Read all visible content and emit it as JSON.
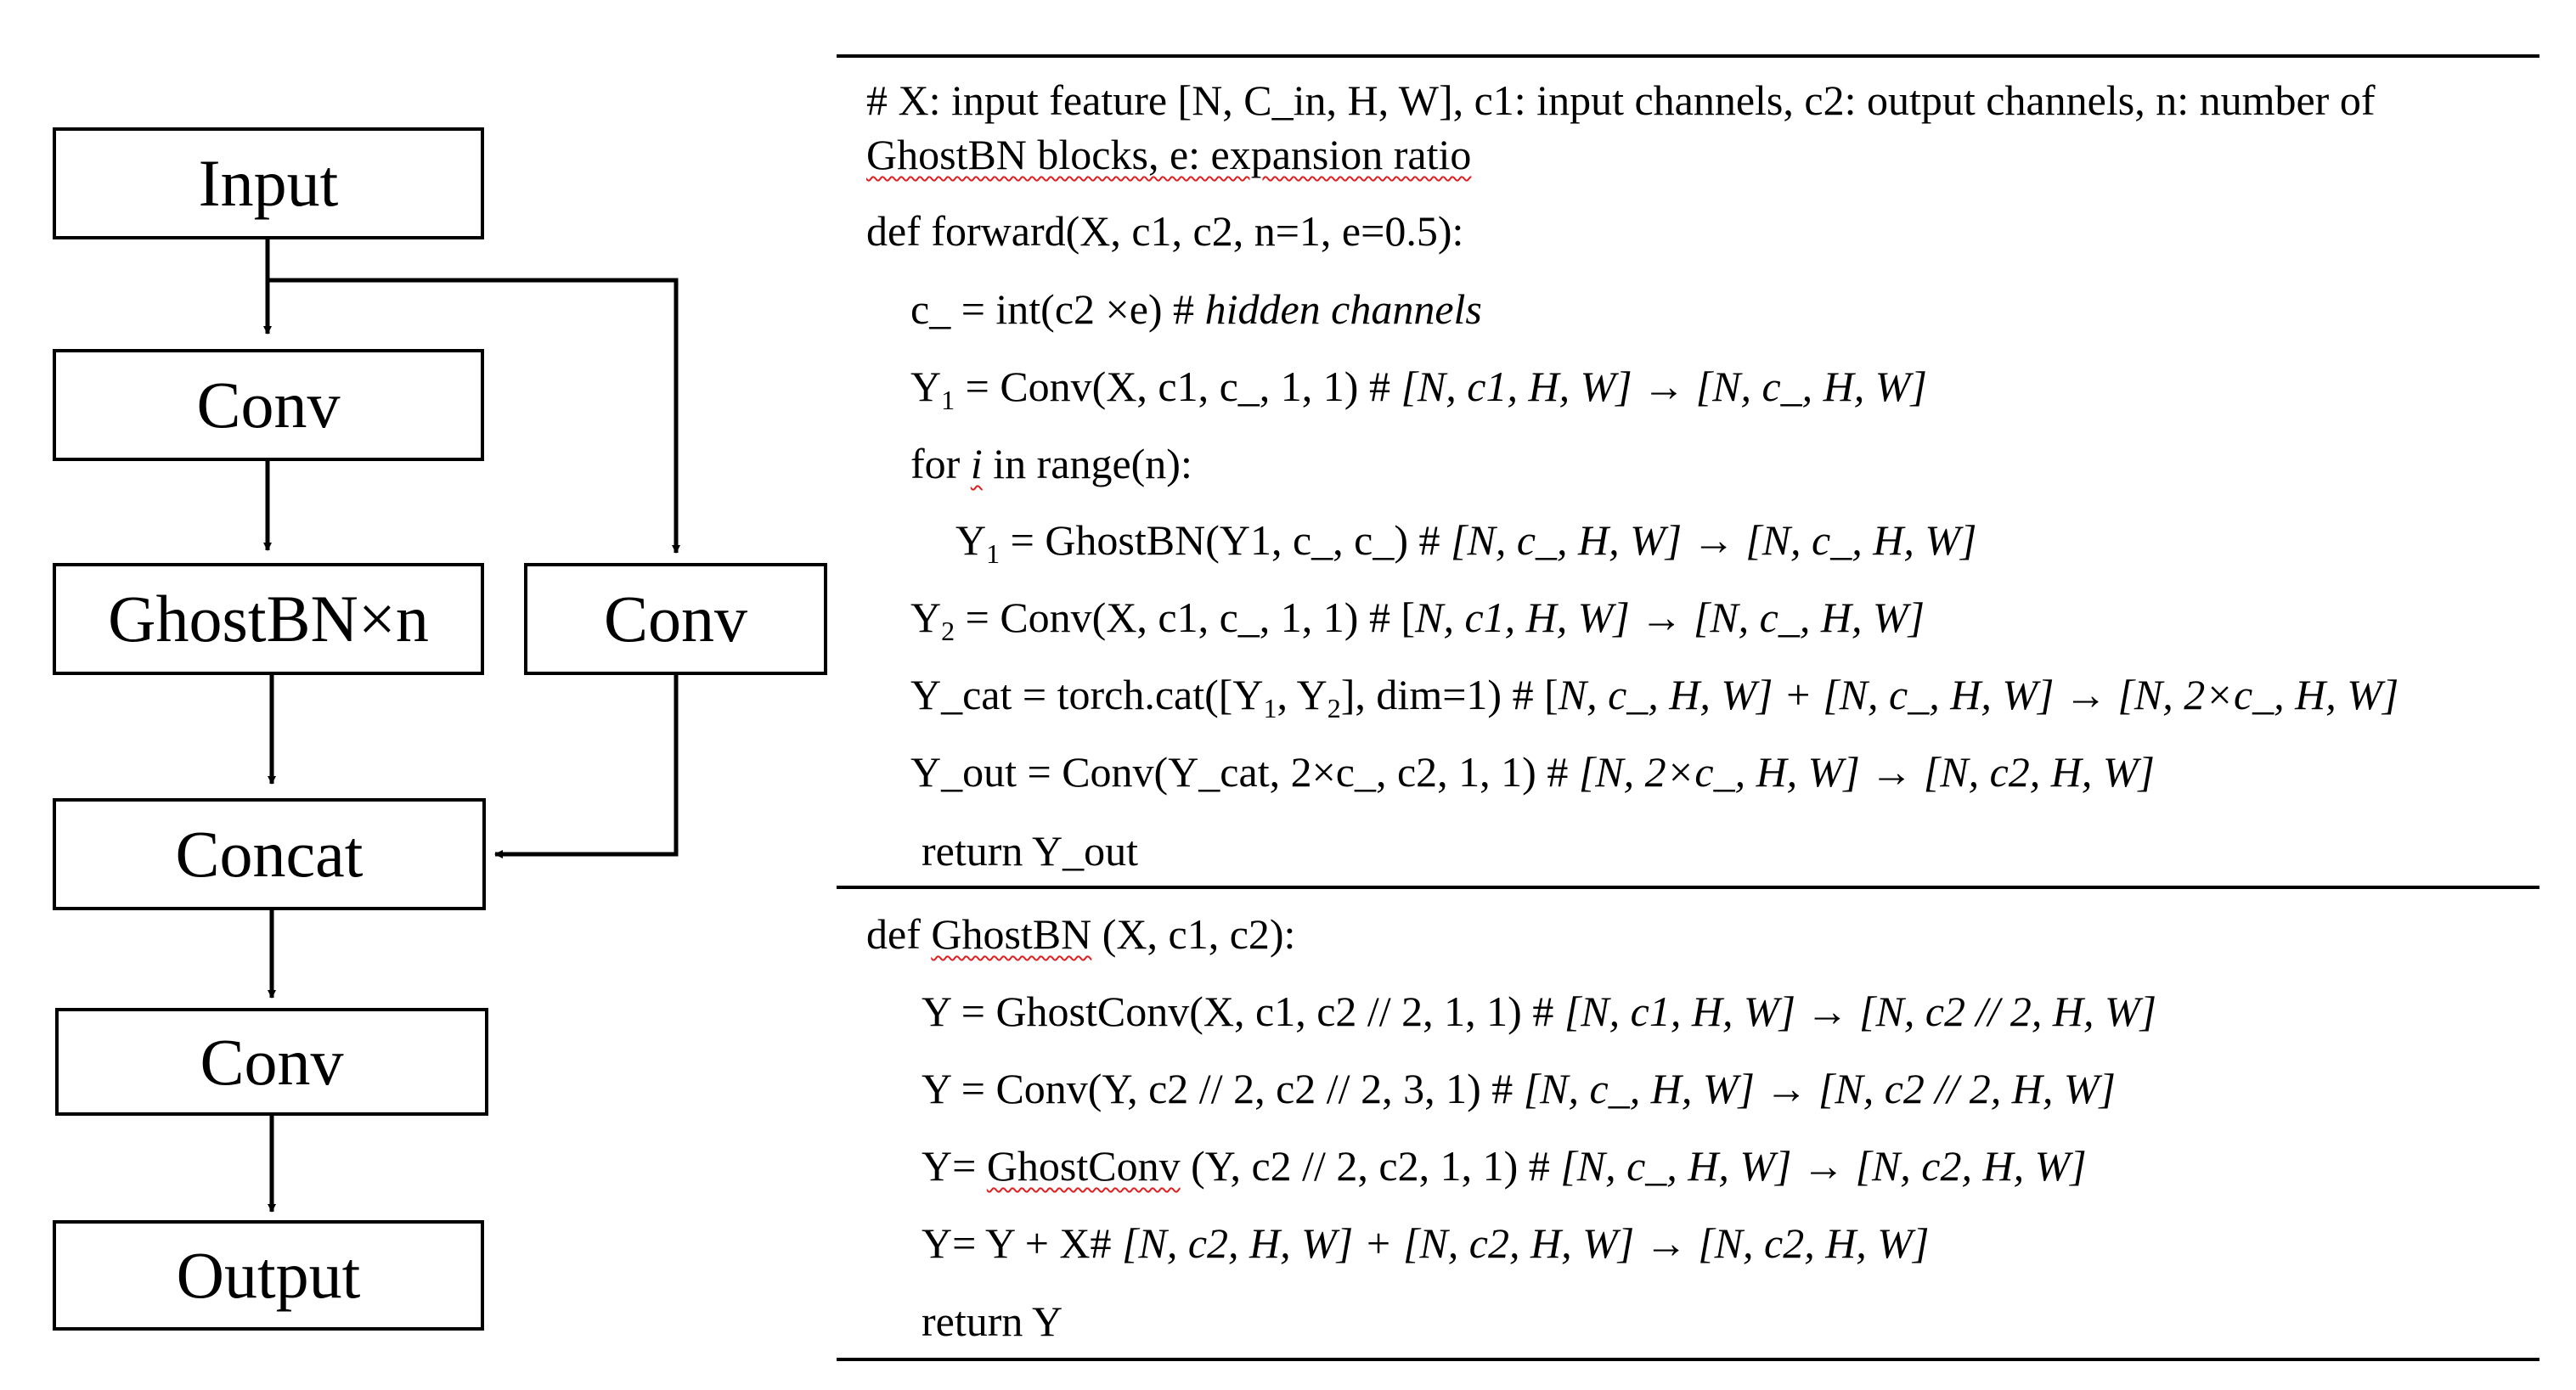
{
  "flowchart": {
    "nodes": {
      "input": "Input",
      "conv1": "Conv",
      "ghostbn": "GhostBN×n",
      "conv_side": "Conv",
      "concat": "Concat",
      "conv2": "Conv",
      "output": "Output"
    }
  },
  "code": {
    "header": {
      "l1": "# X: input feature [N, C_in, H, W], c1: input channels, c2: output channels, n: number of",
      "l2": "GhostBN blocks, e: expansion ratio"
    },
    "forward": {
      "def": "def forward(X, c1, c2, n=1, e=0.5):",
      "hidden_code": "c_ = int(c2 ×e) # ",
      "hidden_comment": "hidden channels",
      "y1_conv_code": "Conv(X, c1, c_, 1, 1) # ",
      "y1_conv_comment": "[N, c1, H, W] → [N, c_, H, W]",
      "for_a": "for ",
      "for_i": "i",
      "for_b": " in range(n):",
      "y1_ghost_code": "GhostBN(Y1, c_, c_)  # ",
      "y1_ghost_comment": "[N, c_, H, W] → [N, c_, H, W]",
      "y2_code": "Conv(X, c1, c_, 1, 1)  # [",
      "y2_comment": "N, c1, H, W] → [N, c_, H, W]",
      "ycat_a": "Y_cat = torch.cat([Y",
      "ycat_b": ", Y",
      "ycat_c": "], dim=1)  # [",
      "ycat_comment": "N, c_, H, W] + [N, c_, H, W] → [N, 2×c_, H, W]",
      "yout_code": "Y_out = Conv(Y_cat, 2×c_, c2, 1, 1)  # ",
      "yout_comment": "[N, 2×c_, H, W] → [N, c2, H, W]",
      "return": "return Y_out"
    },
    "ghostbn": {
      "def": "def GhostBN  (X, c1, c2):",
      "l1_code": "Y = GhostConv(X, c1, c2 // 2, 1, 1)  # ",
      "l1_comment": "[N, c1, H, W] → [N, c2 // 2, H, W]",
      "l2_code": "Y = Conv(Y, c2 // 2, c2 // 2, 3, 1) # ",
      "l2_comment": "[N, c_, H, W] → [N, c2 // 2, H, W]",
      "l3_code": "Y= GhostConv (Y, c2 // 2, c2, 1, 1) # ",
      "l3_comment": "[N, c_, H, W] → [N, c2, H, W]",
      "l4_code": "Y= Y + X# ",
      "l4_comment": "[N, c2, H, W] + [N, c2, H, W] → [N, c2, H, W]",
      "return": "return Y"
    }
  }
}
